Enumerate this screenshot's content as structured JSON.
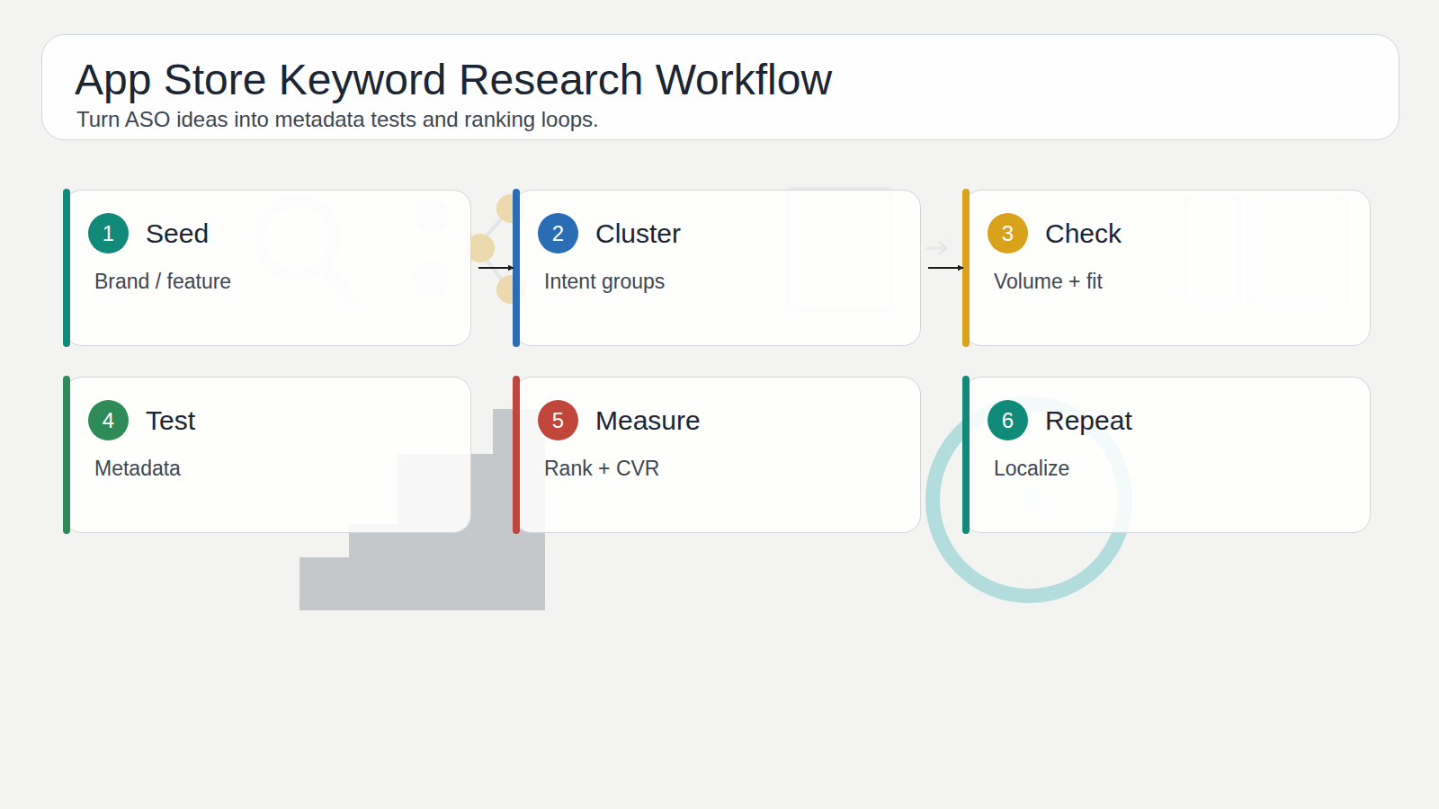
{
  "diagram": {
    "title": "App Store Keyword Research Workflow",
    "caption": "Turn ASO ideas into metadata tests and ranking loops.",
    "nodes": [
      {
        "text": [
          "1",
          "Seed",
          "Brand / feature"
        ]
      },
      {
        "text": [
          "2",
          "Cluster",
          "Intent groups"
        ]
      },
      {
        "text": [
          "3",
          "Check",
          "Volume + fit"
        ]
      },
      {
        "text": [
          "4",
          "Test",
          "Metadata"
        ]
      },
      {
        "text": [
          "5",
          "Measure",
          "Rank + CVR"
        ]
      },
      {
        "text": [
          "6",
          "Repeat",
          "Localize"
        ]
      }
    ],
    "edges": [
      {
        "from": 0,
        "to": 1,
        "arrow": "to"
      },
      {
        "from": 1,
        "to": 2,
        "arrow": "to"
      }
    ]
  }
}
